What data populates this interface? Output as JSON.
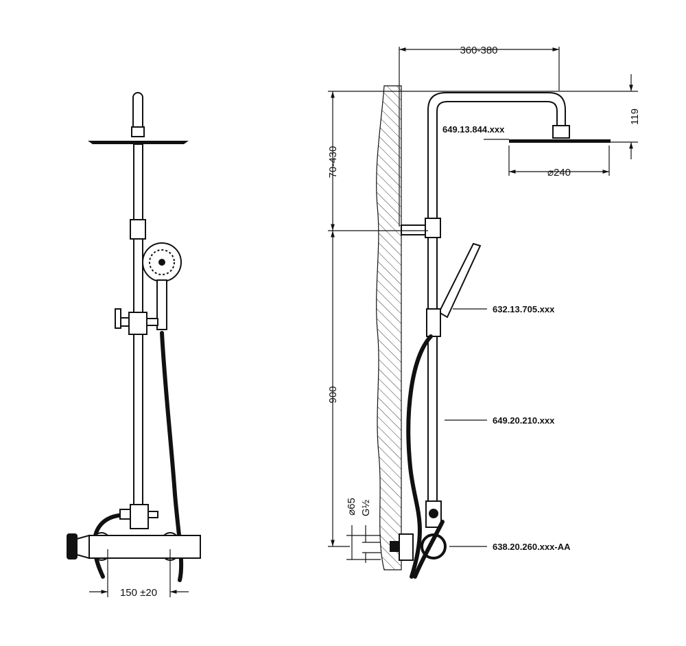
{
  "front_view": {
    "dimension_spacing": "150 ±20"
  },
  "side_view": {
    "dimension_arm_projection": "360-380",
    "dimension_head_height": "119",
    "dimension_head_diameter": "⌀240",
    "dimension_adjust_range": "70-430",
    "dimension_height": "900",
    "dimension_wall_diameter": "⌀65",
    "dimension_thread": "G½",
    "part_numbers": [
      "649.13.844.xxx",
      "632.13.705.xxx",
      "649.20.210.xxx",
      "638.20.260.xxx-AA"
    ]
  }
}
